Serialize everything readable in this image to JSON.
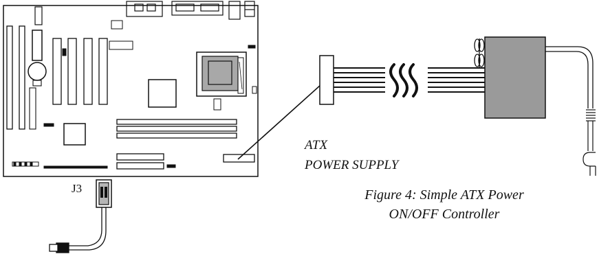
{
  "labels": {
    "connector": "J3",
    "psu_line1": "ATX",
    "psu_line2": "POWER SUPPLY",
    "caption_line1": "Figure 4: Simple ATX Power",
    "caption_line2": "ON/OFF Controller"
  },
  "colors": {
    "ink": "#111111",
    "psu_fill": "#9a9a9a",
    "processor_fill": "#a8a8a8",
    "connector_fill": "#b5b5b5",
    "background": "#ffffff"
  }
}
